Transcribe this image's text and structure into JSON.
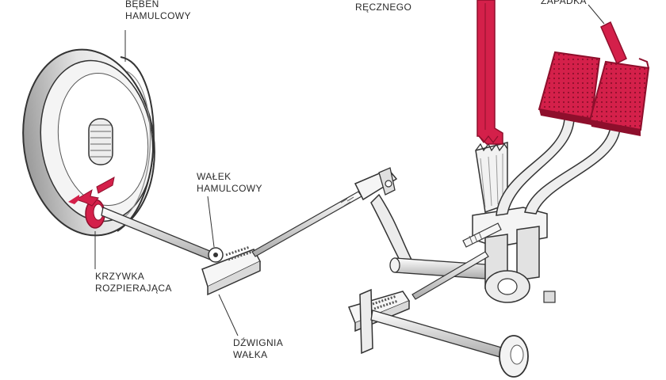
{
  "labels": {
    "drum": {
      "line1": "BĘBEN",
      "line2": "HAMULCOWY"
    },
    "handbrake": {
      "line1": "RĘCZNEGO"
    },
    "ratchet": {
      "line1": "ZAPADKA"
    },
    "shaft": {
      "line1": "WAŁEK",
      "line2": "HAMULCOWY"
    },
    "cam": {
      "line1": "KRZYWKA",
      "line2": "ROZPIERAJĄCA"
    },
    "lever": {
      "line1": "DŹWIGNIA",
      "line2": "WAŁKA"
    }
  },
  "colors": {
    "accent": "#d4204a",
    "accent_dark": "#8e0f2c",
    "line": "#333333",
    "shade": "#c9c9c9"
  }
}
